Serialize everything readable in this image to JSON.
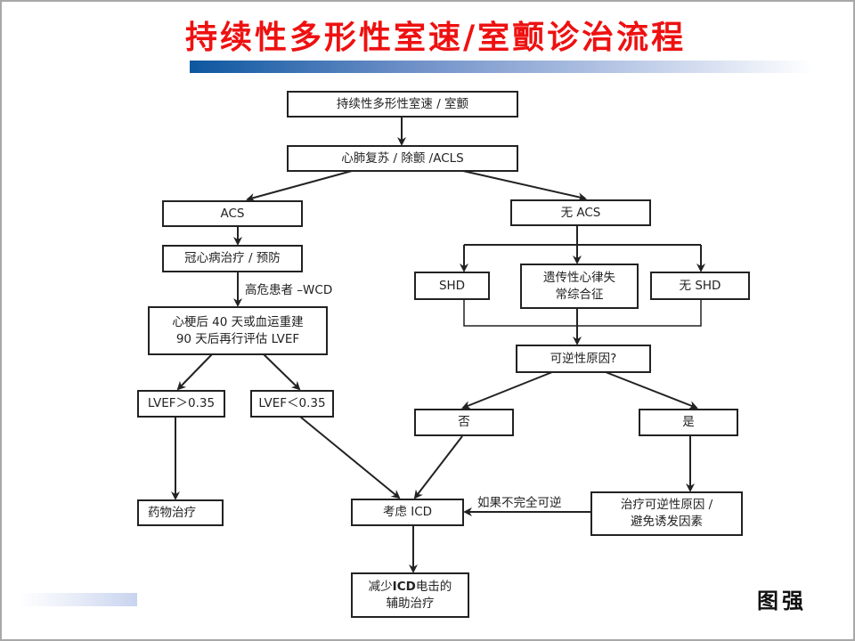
{
  "slide": {
    "title": "持续性多形性室速/室颤诊治流程",
    "logo_text": "图强",
    "colors": {
      "title": "#ee1111",
      "title_bar_start": "#0d57a0",
      "box_border": "#222222",
      "frame": "#a8a8a8"
    }
  },
  "flowchart": {
    "nodes": {
      "start": "持续性多形性室速 / 室颤",
      "cpr": "心肺复苏 / 除颤 /ACLS",
      "acs": "ACS",
      "no_acs": "无 ACS",
      "chd_treatment": "冠心病治疗 / 预防",
      "reassess_line1": "心梗后 40 天或血运重建",
      "reassess_line2": "90 天后再行评估 LVEF",
      "lvef_high": "LVEF＞0.35",
      "lvef_low": "LVEF＜0.35",
      "drug_therapy": "药物治疗",
      "shd": "SHD",
      "inherited_line1": "遗传性心律失",
      "inherited_line2": "常综合征",
      "no_shd": "无 SHD",
      "reversible_cause": "可逆性原因?",
      "no": "否",
      "yes": "是",
      "consider_icd": "考虑 ICD",
      "treat_reversible_line1": "治疗可逆性原因 /",
      "treat_reversible_line2": "避免诱发因素",
      "reduce_shock_pre": "减少",
      "reduce_shock_icd": "ICD",
      "reduce_shock_post": "电击的",
      "reduce_shock_line2": "辅助治疗"
    },
    "edge_labels": {
      "high_risk_wcd": "高危患者 –WCD",
      "if_not_fully_reversible": "如果不完全可逆"
    }
  }
}
